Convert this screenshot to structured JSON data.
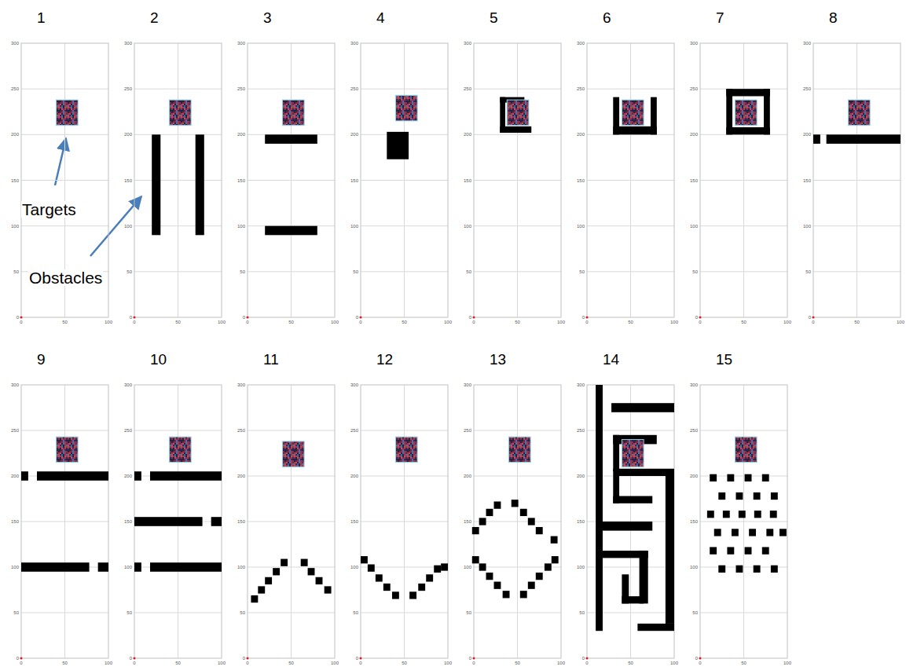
{
  "diagram": {
    "labels": [
      "1",
      "2",
      "3",
      "4",
      "5",
      "6",
      "7",
      "8",
      "9",
      "10",
      "11",
      "12",
      "13",
      "14",
      "15",
      "Targets",
      "Obstacles",
      "300",
      "250",
      "200",
      "150",
      "100",
      "50",
      "0",
      "0",
      "50",
      "100",
      "300",
      "250",
      "200",
      "150",
      "100",
      "50",
      "0",
      "0",
      "50",
      "100",
      "300",
      "250",
      "200",
      "150",
      "100",
      "50",
      "0",
      "0",
      "50",
      "100",
      "300",
      "250",
      "200",
      "150",
      "100",
      "50",
      "0",
      "0",
      "50",
      "100",
      "300",
      "250",
      "200",
      "150",
      "100",
      "50",
      "0",
      "0",
      "50",
      "100",
      "300",
      "250",
      "200",
      "150",
      "100",
      "50",
      "0",
      "0",
      "50",
      "100",
      "300",
      "250",
      "200",
      "150",
      "100",
      "50",
      "0",
      "0",
      "50",
      "100",
      "300",
      "250",
      "200",
      "150",
      "100",
      "50",
      "0",
      "0",
      "50",
      "100",
      "300",
      "250",
      "200",
      "150",
      "100",
      "50",
      "0",
      "0",
      "50",
      "100",
      "300",
      "250",
      "200",
      "150",
      "100",
      "50",
      "0",
      "0",
      "50",
      "100",
      "300",
      "250",
      "200",
      "150",
      "100",
      "50",
      "0",
      "0",
      "50",
      "100",
      "300",
      "250",
      "200",
      "150",
      "100",
      "50",
      "0",
      "0",
      "50",
      "100",
      "300",
      "250",
      "200",
      "150",
      "100",
      "50",
      "0",
      "0",
      "50",
      "100",
      "300",
      "250",
      "200",
      "150",
      "100",
      "50",
      "0",
      "0",
      "50",
      "100",
      "300",
      "250",
      "200",
      "150",
      "100",
      "50",
      "0",
      "0",
      "50",
      "100"
    ]
  }
}
